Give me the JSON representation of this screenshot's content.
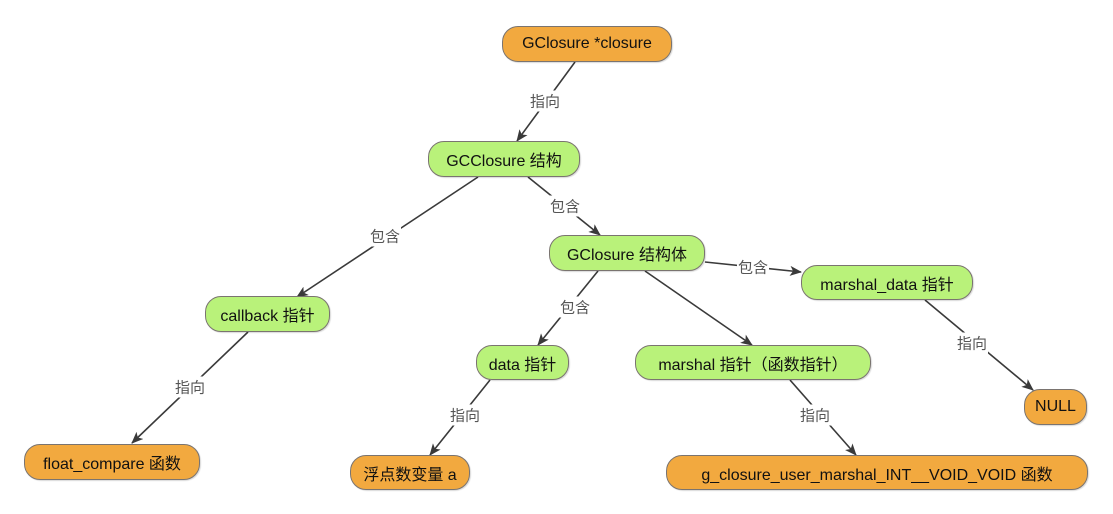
{
  "colors": {
    "pointer_target": "#f2a93f",
    "structure": "#b9f27a",
    "border": "#7a7470",
    "edge": "#3a3a3a",
    "edge_label": "#555555"
  },
  "nodes": {
    "closure_ptr": {
      "label": "GClosure *closure",
      "kind": "orange"
    },
    "gcclosure": {
      "label": "GCClosure 结构",
      "kind": "green"
    },
    "gclosure": {
      "label": "GClosure 结构体",
      "kind": "green"
    },
    "marshal_data": {
      "label": "marshal_data 指针",
      "kind": "green"
    },
    "callback": {
      "label": "callback 指针",
      "kind": "green"
    },
    "data": {
      "label": "data 指针",
      "kind": "green"
    },
    "marshal": {
      "label": "marshal 指针（函数指针）",
      "kind": "green"
    },
    "null": {
      "label": "NULL",
      "kind": "orange"
    },
    "float_compare": {
      "label": "float_compare 函数",
      "kind": "orange"
    },
    "float_var": {
      "label": "浮点数变量 a",
      "kind": "orange"
    },
    "marshal_func": {
      "label": "g_closure_user_marshal_INT__VOID_VOID 函数",
      "kind": "orange"
    }
  },
  "edges": [
    {
      "from": "closure_ptr",
      "to": "gcclosure",
      "label": "指向"
    },
    {
      "from": "gcclosure",
      "to": "callback",
      "label": "包含"
    },
    {
      "from": "gcclosure",
      "to": "gclosure",
      "label": "包含"
    },
    {
      "from": "gclosure",
      "to": "marshal_data",
      "label": "包含"
    },
    {
      "from": "gclosure",
      "to": "data",
      "label": "包含"
    },
    {
      "from": "gclosure",
      "to": "marshal",
      "label": ""
    },
    {
      "from": "callback",
      "to": "float_compare",
      "label": "指向"
    },
    {
      "from": "data",
      "to": "float_var",
      "label": "指向"
    },
    {
      "from": "marshal",
      "to": "marshal_func",
      "label": "指向"
    },
    {
      "from": "marshal_data",
      "to": "null",
      "label": "指向"
    }
  ]
}
